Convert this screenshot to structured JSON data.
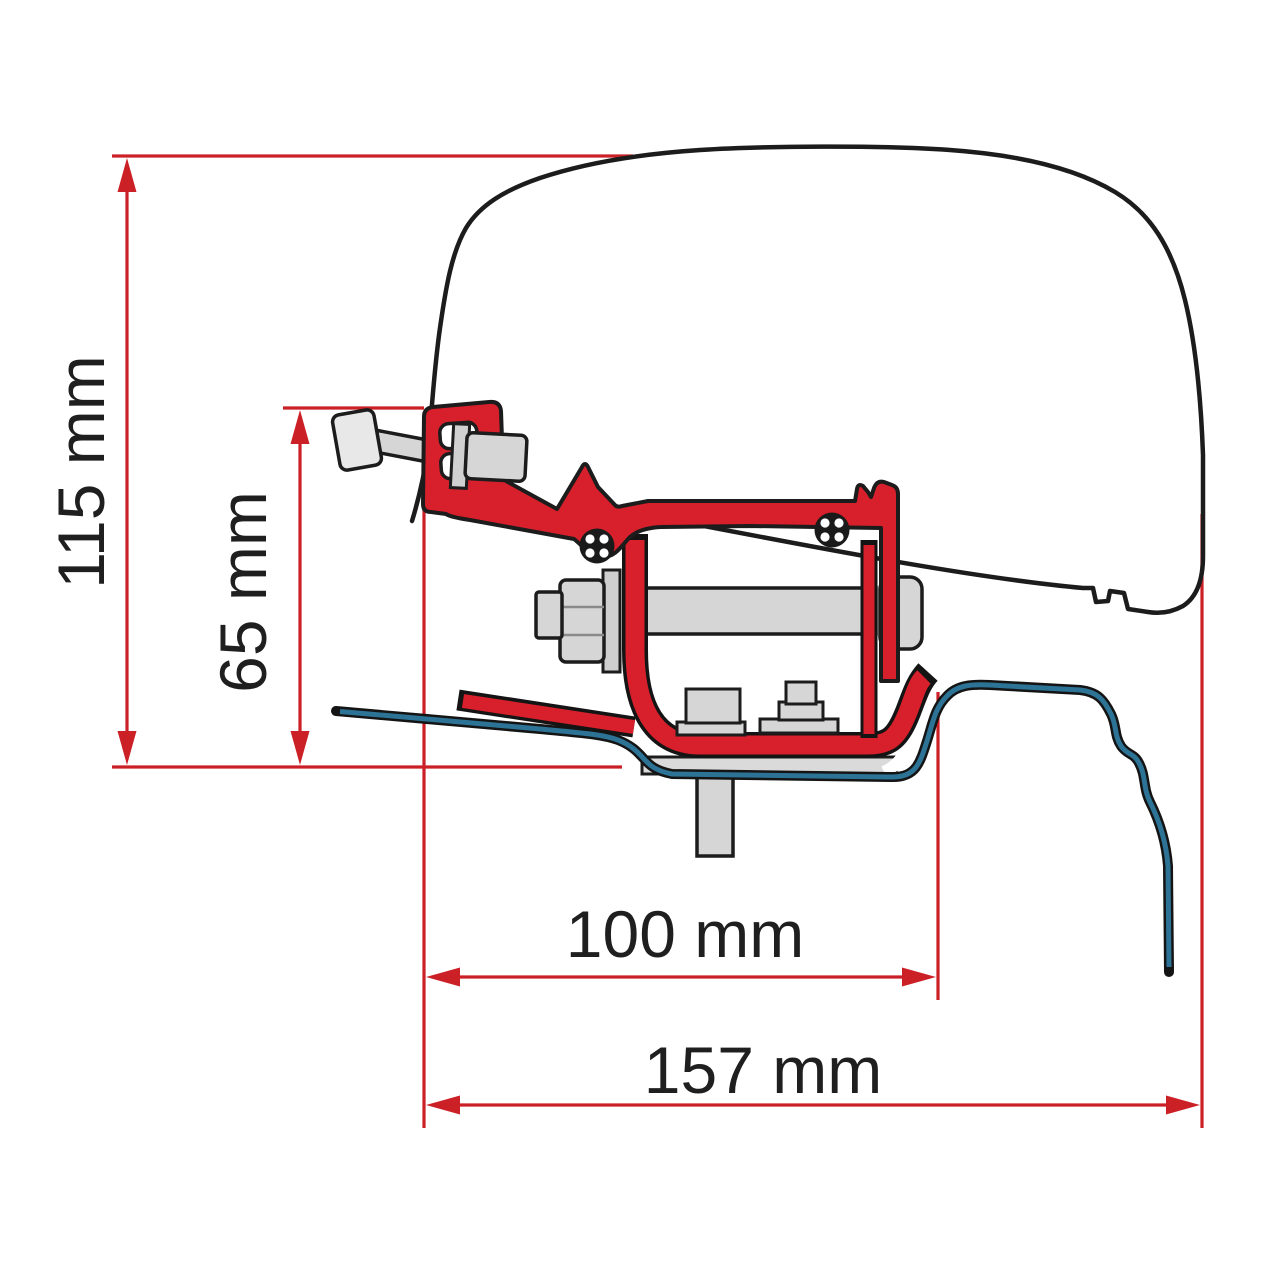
{
  "diagram": {
    "kind": "awning-adapter-mounting-side-profile",
    "background": "#ffffff"
  },
  "dimensions": {
    "total_height": {
      "label": "115 mm",
      "value": 115,
      "unit": "mm"
    },
    "bracket_height": {
      "label": "65 mm",
      "value": 65,
      "unit": "mm"
    },
    "inner_width": {
      "label": "100 mm",
      "value": 100,
      "unit": "mm"
    },
    "outer_width": {
      "label": "157 mm",
      "value": 157,
      "unit": "mm"
    }
  },
  "parts": {
    "van_body_outline": "van-roof-outline",
    "roof_rail": "roof-rail-profile",
    "adapter_bracket": "awning-adapter-bracket",
    "clamp": "mounting-clamp",
    "clamp_bolt": "clamp-bolt",
    "axle_bolt": "axle-bolt",
    "screws": "phillips-screws",
    "spacer_blocks": "spacer-blocks",
    "base_plate": "base-plate",
    "stem": "mounting-stem"
  },
  "colors": {
    "dimension_red": "#cc2027",
    "bracket_red": "#d7202b",
    "rail_blue": "#2d7396",
    "outline_black": "#1c1c1c",
    "metal_gray": "#d6d6d6",
    "metal_light": "#e8e8e8",
    "text": "#1f1f1f",
    "background": "#ffffff"
  }
}
